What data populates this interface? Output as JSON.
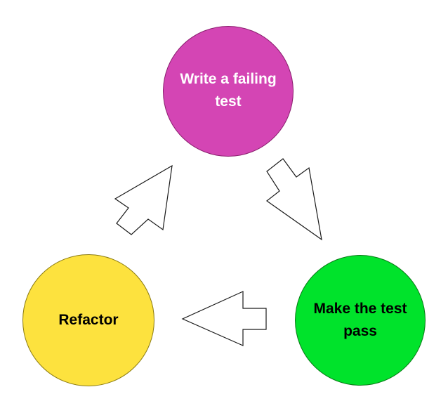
{
  "diagram": {
    "nodes": [
      {
        "label": "Write a failing\ntest",
        "fill": "#d445b4",
        "border": "#8a1f6e",
        "text_color": "#ffffff"
      },
      {
        "label": "Make the test\npass",
        "fill": "#00e32b",
        "border": "#0a7a18",
        "text_color": "#000000"
      },
      {
        "label": "Refactor",
        "fill": "#fde23e",
        "border": "#8a7a10",
        "text_color": "#000000"
      }
    ],
    "edges": [
      {
        "from": "Write a failing\ntest",
        "to": "Make the test\npass"
      },
      {
        "from": "Make the test\npass",
        "to": "Refactor"
      },
      {
        "from": "Refactor",
        "to": "Write a failing\ntest"
      }
    ],
    "arrow_style": "hollow-block-arrow"
  }
}
